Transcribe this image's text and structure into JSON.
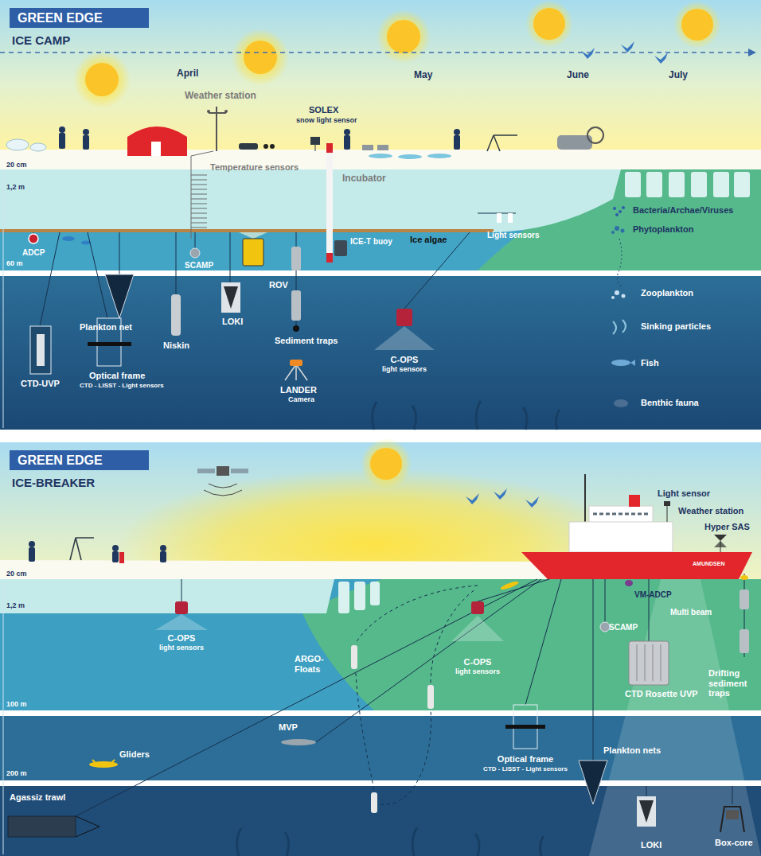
{
  "diagram": {
    "nodes": [
      {
        "text": [
          "GREEN EDGE",
          "ICE CAMP"
        ]
      },
      {
        "text": [
          "GREEN EDGE",
          "ICE-BREAKER"
        ]
      }
    ],
    "labels": [
      "April",
      "May",
      "June",
      "July",
      "Weather station",
      "SOLEX",
      "snow light sensor",
      "Temperature sensors",
      "Incubator",
      "20 cm",
      "1,2 m",
      "60 m",
      "ADCP",
      "SCAMP",
      "ROV",
      "ICE-T buoy",
      "Ice algae",
      "Light sensors",
      "Bacteria/Archae/Viruses",
      "Phytoplankton",
      "Zooplankton",
      "Sinking particles",
      "Fish",
      "Benthic fauna",
      "Plankton net",
      "Niskin",
      "LOKI",
      "Sediment traps",
      "C-OPS",
      "light sensors",
      "CTD-UVP",
      "Optical frame",
      "CTD - LISST - Light sensors",
      "LANDER",
      "Camera",
      "Light sensor",
      "Weather station",
      "Hyper SAS",
      "AMUNDSEN",
      "20 cm",
      "1,2 m",
      "100 m",
      "200 m",
      "VM-ADCP",
      "Multi beam",
      "SCAMP",
      "C-OPS",
      "light sensors",
      "ARGO-Floats",
      "C-OPS",
      "light sensors",
      "CTD Rosette UVP",
      "Drifting sediment traps",
      "MVP",
      "Gliders",
      "Optical frame",
      "CTD - LISST - Light sensors",
      "Plankton nets",
      "Agassiz trawl",
      "LOKI",
      "Box-core"
    ]
  }
}
